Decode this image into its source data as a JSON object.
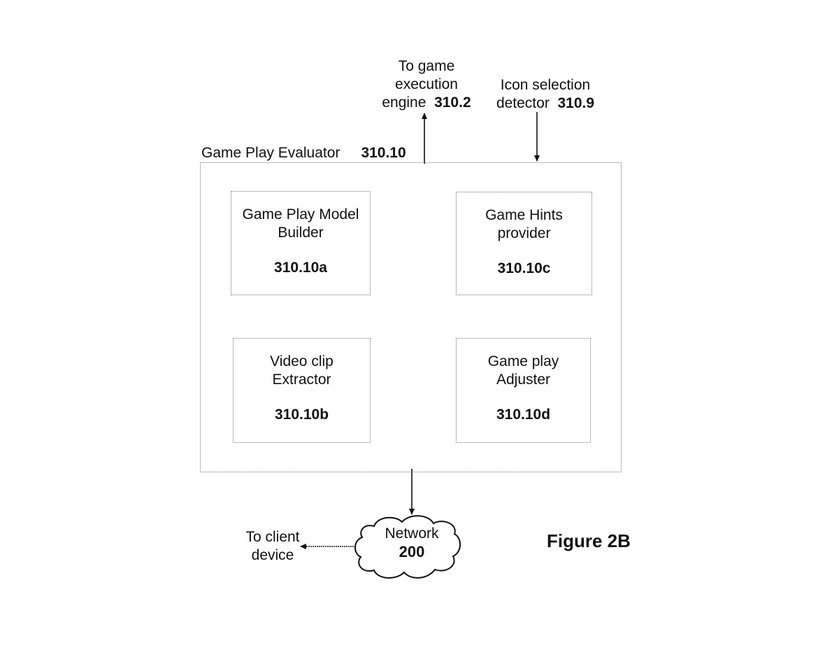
{
  "figure": {
    "title": "Figure 2B",
    "container": {
      "name": "Game Play Evaluator",
      "ref": "310.10"
    },
    "modules": [
      {
        "name_lines": [
          "Game Play Model",
          "Builder"
        ],
        "ref": "310.10a"
      },
      {
        "name_lines": [
          "Game Hints",
          "provider"
        ],
        "ref": "310.10c"
      },
      {
        "name_lines": [
          "Video clip",
          "Extractor"
        ],
        "ref": "310.10b"
      },
      {
        "name_lines": [
          "Game play",
          "Adjuster"
        ],
        "ref": "310.10d"
      }
    ],
    "external": {
      "game_execution_engine": {
        "lines": [
          "To game",
          "execution",
          "engine"
        ],
        "ref": "310.2",
        "direction": "outgoing"
      },
      "icon_selection_detector": {
        "lines": [
          "Icon selection",
          "detector"
        ],
        "ref": "310.9",
        "direction": "incoming"
      },
      "network": {
        "name": "Network",
        "ref": "200"
      },
      "client_device": {
        "lines": [
          "To client",
          "device"
        ],
        "direction": "outgoing"
      }
    }
  }
}
